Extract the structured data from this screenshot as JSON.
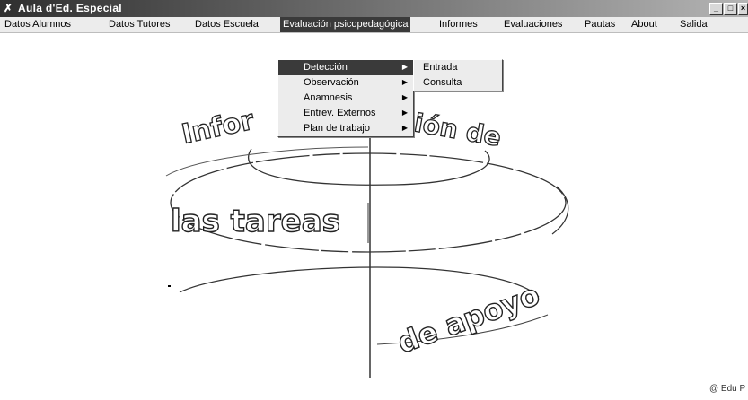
{
  "window": {
    "title": "Aula d'Ed. Especial",
    "buttons": {
      "minimize": "_",
      "maximize": "□",
      "close": "×"
    }
  },
  "menubar": {
    "items": [
      {
        "label": "Datos Alumnos"
      },
      {
        "label": "Datos Tutores"
      },
      {
        "label": "Datos Escuela"
      },
      {
        "label": "Evaluación psicopedagógica"
      },
      {
        "label": "Informes"
      },
      {
        "label": "Evaluaciones"
      },
      {
        "label": "Pautas"
      },
      {
        "label": "About"
      },
      {
        "label": "Salida"
      }
    ],
    "active": "Evaluación psicopedagógica"
  },
  "dropdown": {
    "items": [
      {
        "label": "Detección",
        "submenu": true
      },
      {
        "label": "Observación",
        "submenu": true
      },
      {
        "label": "Anamnesis",
        "submenu": true
      },
      {
        "label": "Entrev. Externos",
        "submenu": true
      },
      {
        "label": "Plan de trabajo",
        "submenu": true
      }
    ],
    "active": "Detección",
    "submenu": {
      "items": [
        {
          "label": "Entrada"
        },
        {
          "label": "Consulta"
        }
      ]
    }
  },
  "logo": {
    "line1_left": "Infor",
    "line1_right": "ión de",
    "line2": "las tareas",
    "line3": "de apoyo"
  },
  "footer": {
    "copyright": "@ Edu P"
  }
}
